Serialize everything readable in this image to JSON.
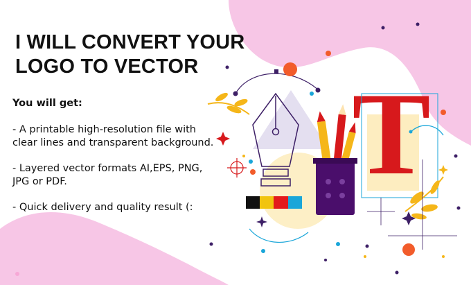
{
  "headline": {
    "line1": "I WILL CONVERT YOUR",
    "line2": "LOGO TO VECTOR"
  },
  "body": {
    "intro": "You will get:",
    "points": [
      "- A printable high-resolution file with clear lines and transparent background.",
      "- Layered vector formats AI,EPS, PNG, JPG or PDF.",
      "- Quick delivery and quality result (:"
    ]
  },
  "illustration": {
    "big_letter": "T",
    "swatches": [
      "#d7191c",
      "#f1c40f",
      "#e31a1c",
      "#1aa6d9"
    ],
    "colors": {
      "blob_pink": "#f7c6e6",
      "letter_red": "#d7191c",
      "cup_purple": "#4a0e6b",
      "leaf_yellow": "#f5b619",
      "dot_orange": "#f25c2b"
    }
  }
}
